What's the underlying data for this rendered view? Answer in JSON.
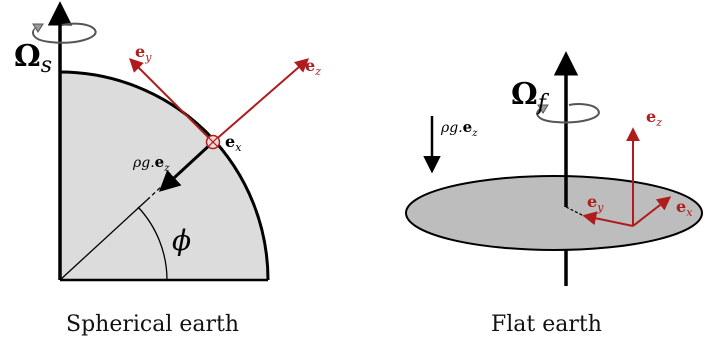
{
  "spherical": {
    "omega_main": "Ω",
    "omega_sub": "s",
    "ex_bold": "e",
    "ex_sub": "x",
    "ey_bold": "e",
    "ey_sub": "y",
    "ez_bold": "e",
    "ez_sub": "z",
    "gravity_prefix": "ρg.",
    "gravity_bold": "e",
    "gravity_sub": "z",
    "angle_label": "ϕ",
    "caption": "Spherical earth"
  },
  "flat": {
    "omega_main": "Ω",
    "omega_sub": "f",
    "ex_bold": "e",
    "ex_sub": "x",
    "ey_bold": "e",
    "ey_sub": "y",
    "ez_bold": "e",
    "ez_sub": "z",
    "gravity_prefix": "ρg.",
    "gravity_bold": "e",
    "gravity_sub": "z",
    "caption": "Flat earth"
  },
  "colors": {
    "vector_red": "#b01c1c",
    "earth_fill": "#dcdcdc",
    "disk_fill": "#bdbdbd",
    "ink": "#000000"
  }
}
